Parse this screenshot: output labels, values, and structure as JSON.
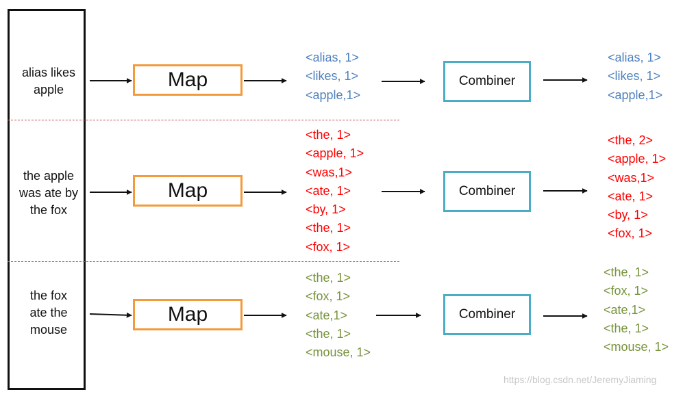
{
  "colors": {
    "map_border": "#f39a3c",
    "combiner_border": "#4bacc6",
    "row1_pairs": "#4f81bd",
    "row2_pairs": "#ff0000",
    "row3_pairs": "#77933c",
    "divider": "#c0504d"
  },
  "rows": [
    {
      "input_lines": [
        "alias likes",
        "apple"
      ],
      "map_label": "Map",
      "map_output": [
        "<alias, 1>",
        "<likes, 1>",
        "<apple,1>"
      ],
      "combiner_label": "Combiner",
      "combiner_output": [
        "<alias, 1>",
        "<likes, 1>",
        "<apple,1>"
      ]
    },
    {
      "input_lines": [
        "the apple",
        "was ate by",
        "the fox"
      ],
      "map_label": "Map",
      "map_output": [
        "<the, 1>",
        "<apple, 1>",
        "<was,1>",
        "<ate, 1>",
        "<by, 1>",
        "<the, 1>",
        "<fox, 1>"
      ],
      "combiner_label": "Combiner",
      "combiner_output": [
        "<the, 2>",
        "<apple, 1>",
        "<was,1>",
        "<ate, 1>",
        "<by, 1>",
        "<fox, 1>"
      ]
    },
    {
      "input_lines": [
        "the fox",
        "ate the",
        "mouse"
      ],
      "map_label": "Map",
      "map_output": [
        "<the, 1>",
        "<fox, 1>",
        "<ate,1>",
        "<the, 1>",
        "<mouse, 1>"
      ],
      "combiner_label": "Combiner",
      "combiner_output": [
        "<the, 1>",
        "<fox, 1>",
        "<ate,1>",
        "<the, 1>",
        "<mouse, 1>"
      ]
    }
  ],
  "watermark": "https://blog.csdn.net/JeremyJiaming"
}
